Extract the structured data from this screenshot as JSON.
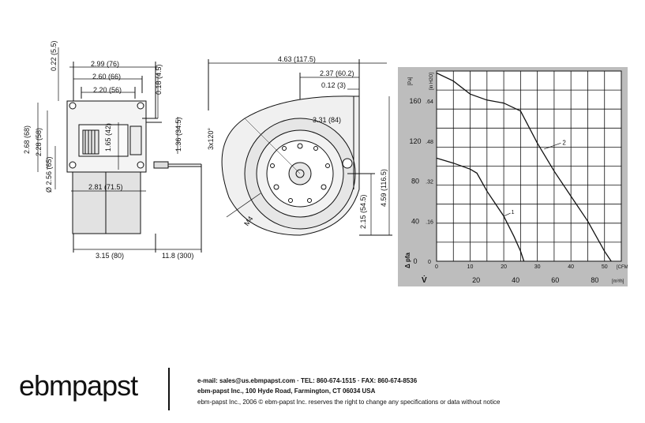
{
  "side_view": {
    "dims": {
      "d1": "2.99 (76)",
      "d2": "2.60 (66)",
      "d3": "2.20 (56)",
      "d4": "0.22 (5.5)",
      "d5": "0.18 (4.5)",
      "d6": "2.68 (68)",
      "d7": "2.28 (58)",
      "d8": "1.65 (42)",
      "d9": "1.36 (34.5)",
      "d10": "Ø 2.56 (65)",
      "d11": "2.81 (71.5)",
      "d12": "3.15 (80)",
      "d13": "11.8 (300)"
    }
  },
  "front_view": {
    "dims": {
      "d1": "4.63 (117.5)",
      "d2": "2.37 (60.2)",
      "d3": "0.12 (3)",
      "d4": "3.31 (84)",
      "d5": "3x120°",
      "d6": "4.59 (116.5)",
      "d7": "2.15 (54.5)",
      "d8": "M4"
    }
  },
  "chart_data": {
    "type": "line",
    "x_cfm": {
      "label": "[CFM]",
      "ticks": [
        0,
        10,
        20,
        30,
        40,
        50
      ],
      "range": [
        0,
        55
      ]
    },
    "x_m3h": {
      "label": "[m³/h]",
      "ticks": [
        20,
        40,
        60,
        80
      ],
      "symbol": "V̇"
    },
    "y_pa": {
      "label": "[Pa]",
      "ticks": [
        0,
        40,
        80,
        120,
        160
      ],
      "range": [
        0,
        190
      ]
    },
    "y_inh2o": {
      "label": "[in H2O]",
      "ticks": [
        ".16",
        ".32",
        ".48",
        ".64"
      ]
    },
    "y_symbol": "Δ pfa",
    "series": [
      {
        "name": "1",
        "points": [
          [
            0,
            103
          ],
          [
            5,
            98
          ],
          [
            10,
            92
          ],
          [
            12,
            88
          ],
          [
            15,
            70
          ],
          [
            20,
            45
          ],
          [
            23,
            25
          ],
          [
            25,
            10
          ],
          [
            26,
            0
          ]
        ]
      },
      {
        "name": "2",
        "points": [
          [
            0,
            188
          ],
          [
            5,
            180
          ],
          [
            10,
            167
          ],
          [
            15,
            161
          ],
          [
            20,
            158
          ],
          [
            25,
            150
          ],
          [
            30,
            118
          ],
          [
            35,
            90
          ],
          [
            40,
            65
          ],
          [
            45,
            40
          ],
          [
            50,
            10
          ],
          [
            52,
            0
          ]
        ]
      }
    ],
    "grid": true
  },
  "footer": {
    "logo": "ebmpapst",
    "line1": "e-mail: sales@us.ebmpapst.com · TEL: 860-674-1515 · FAX: 860-674-8536",
    "line2": "ebm-papst Inc., 100 Hyde Road, Farmington, CT 06034 USA",
    "line3": "ebm-papst Inc., 2006 © ebm-papst Inc. reserves the right to change any specifications or data without notice"
  }
}
